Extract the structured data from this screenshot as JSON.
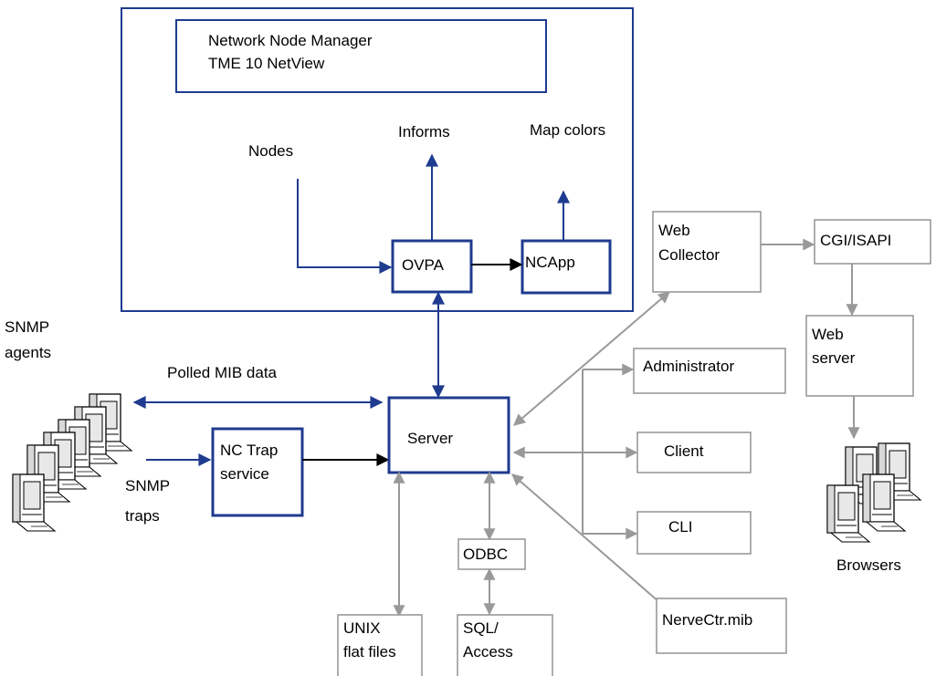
{
  "colors": {
    "blue": "#1f3b8f",
    "gray": "#999999",
    "black": "#000000"
  },
  "nnm": {
    "line1": "Network Node Manager",
    "line2": "TME 10 NetView"
  },
  "labels": {
    "nodes": "Nodes",
    "informs": "Informs",
    "map_colors": "Map colors",
    "ovpa": "OVPA",
    "ncapp": "NCApp",
    "snmp_agents_1": "SNMP",
    "snmp_agents_2": "agents",
    "polled_mib": "Polled MIB data",
    "snmp_traps_1": "SNMP",
    "snmp_traps_2": "traps",
    "nc_trap_1": "NC Trap",
    "nc_trap_2": "service",
    "server": "Server",
    "web_collector_1": "Web",
    "web_collector_2": "Collector",
    "cgi_isapi": "CGI/ISAPI",
    "web_server_1": "Web",
    "web_server_2": "server",
    "administrator": "Administrator",
    "client": "Client",
    "cli": "CLI",
    "odbc": "ODBC",
    "unix_1": "UNIX",
    "unix_2": "flat files",
    "sql_1": "SQL/",
    "sql_2": "Access",
    "nervectr": "NerveCtr.mib",
    "browsers": "Browsers"
  }
}
